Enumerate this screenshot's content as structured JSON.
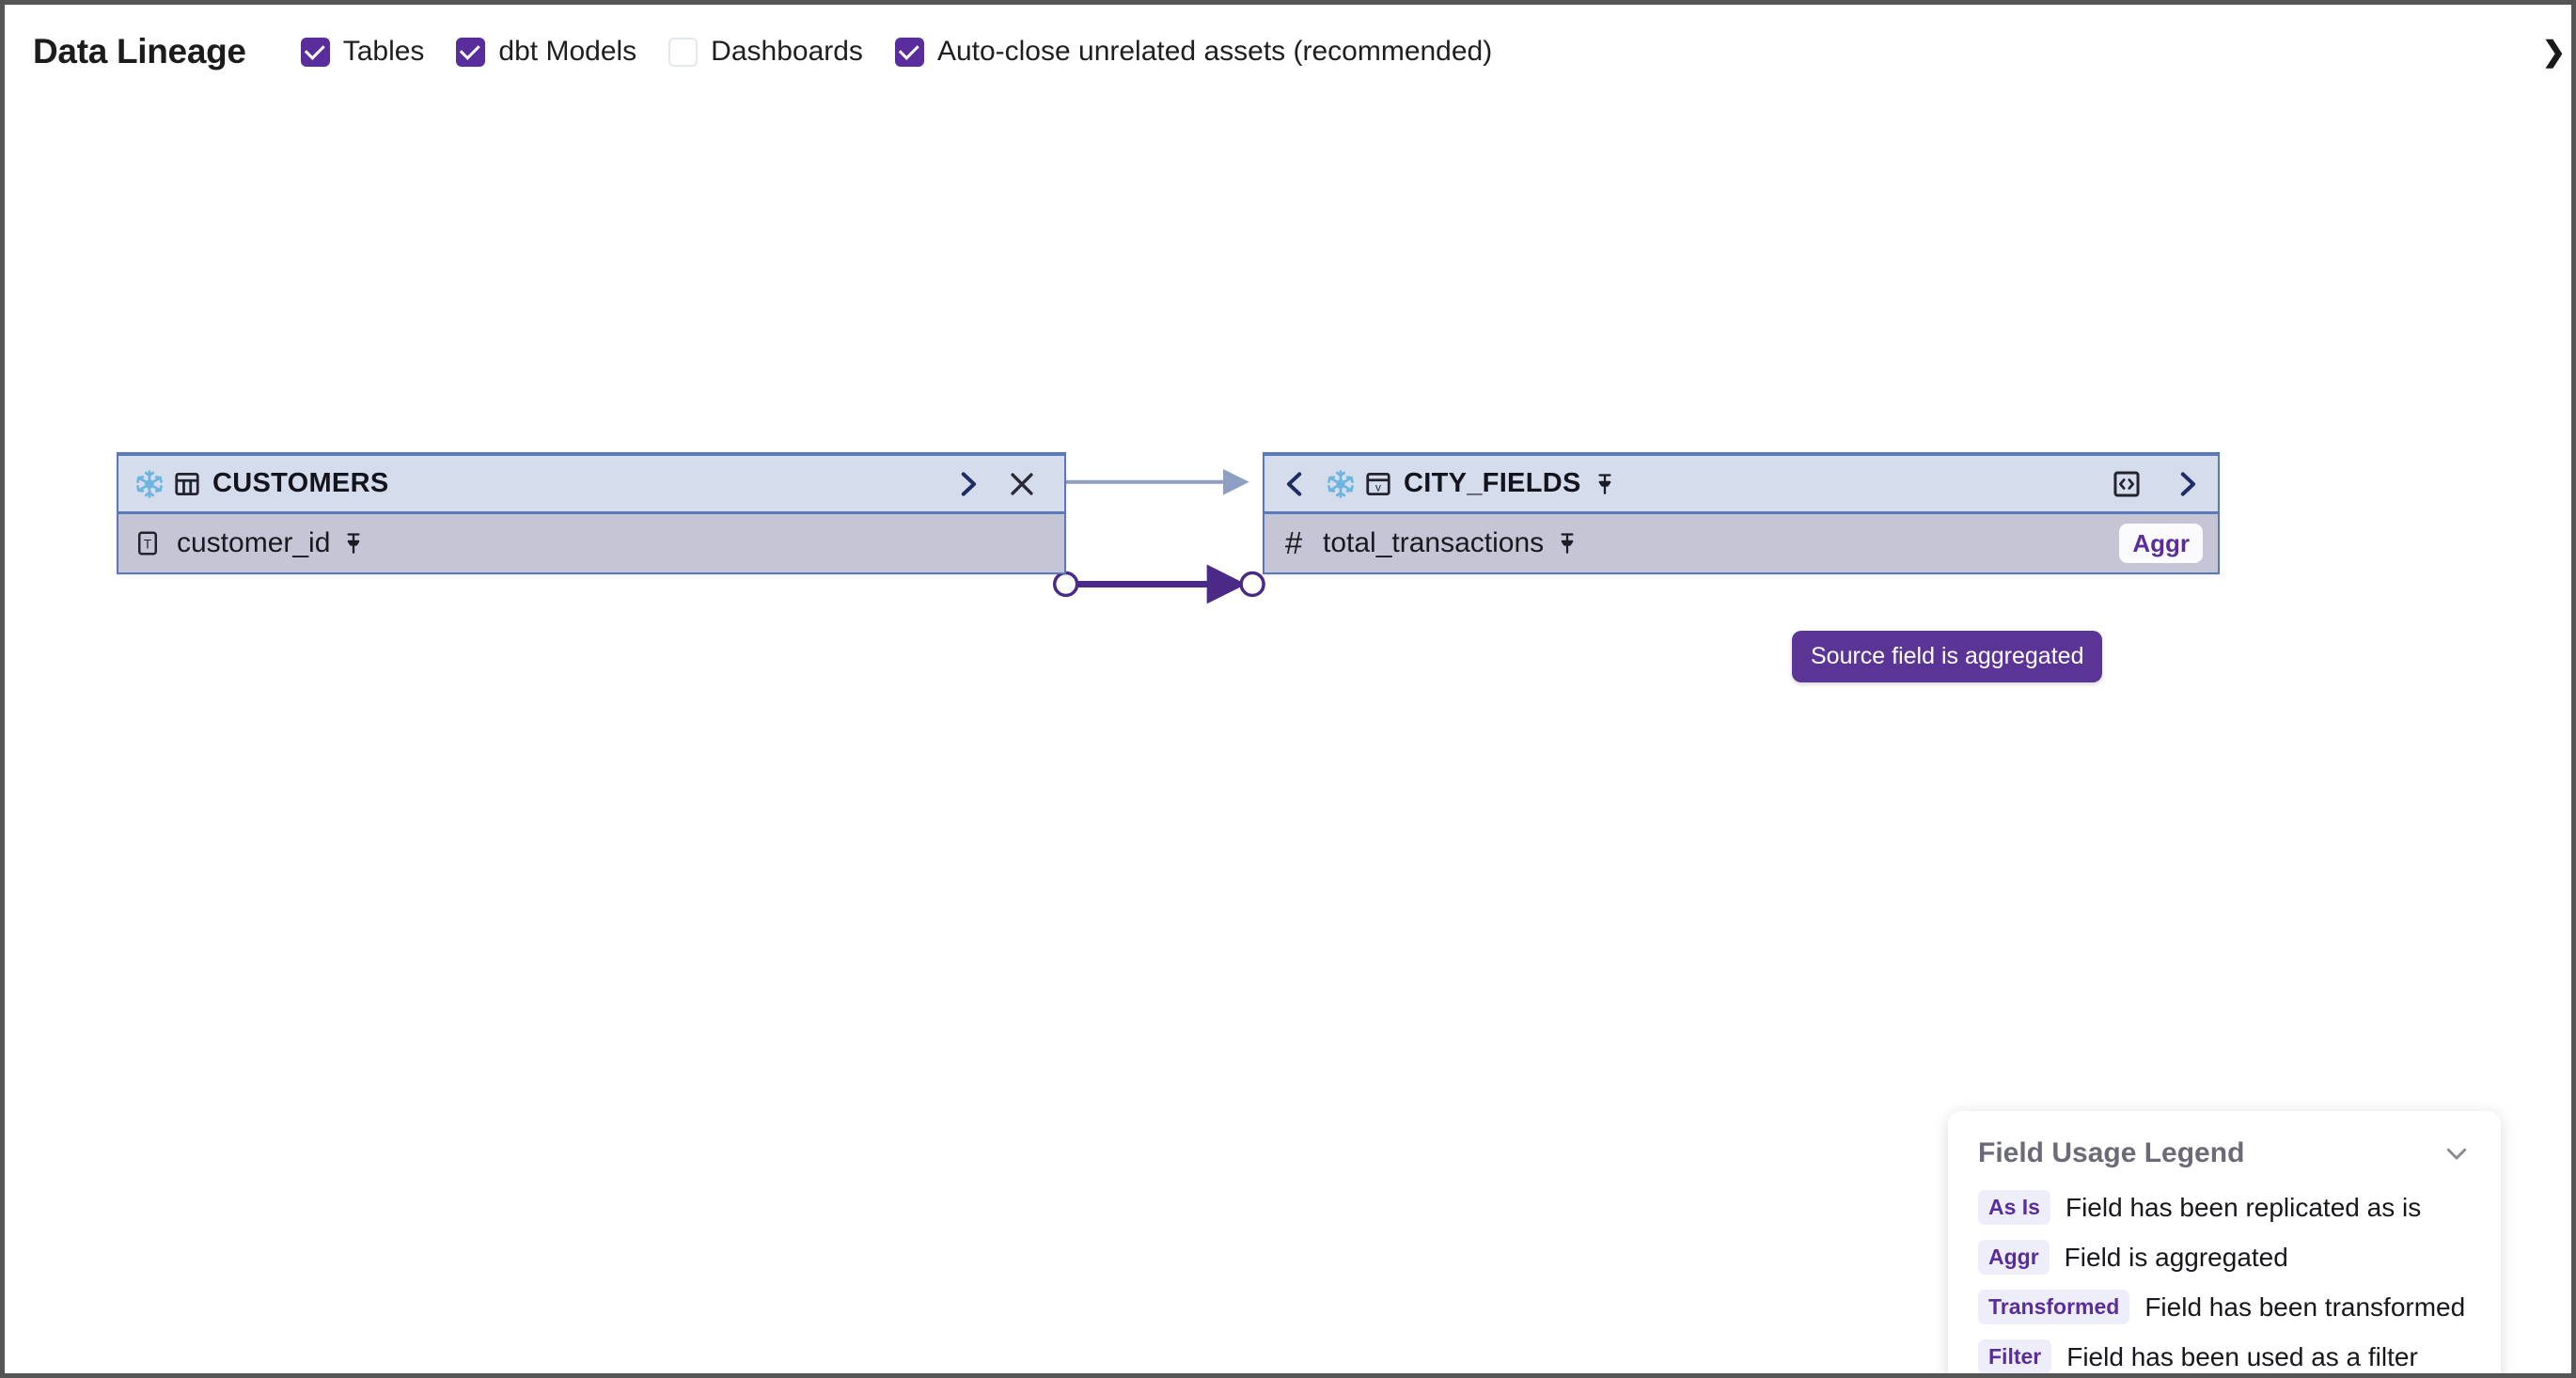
{
  "header": {
    "title": "Data Lineage",
    "collapse_icon": "chevron-right-icon",
    "filters": [
      {
        "label": "Tables",
        "checked": true
      },
      {
        "label": "dbt Models",
        "checked": true
      },
      {
        "label": "Dashboards",
        "checked": false
      },
      {
        "label": "Auto-close unrelated assets (recommended)",
        "checked": true
      }
    ]
  },
  "nodes": [
    {
      "id": "customers",
      "title": "CUSTOMERS",
      "source_icon": "snowflake-icon",
      "type_icon": "table-icon",
      "pinned": false,
      "has_back_chevron": false,
      "has_forward_chevron": true,
      "has_close": true,
      "has_code": false,
      "field": {
        "name": "customer_id",
        "type_icon": "text-type-icon",
        "pinned": true,
        "badge": ""
      }
    },
    {
      "id": "city_fields",
      "title": "CITY_FIELDS",
      "source_icon": "snowflake-icon",
      "type_icon": "view-icon",
      "pinned": true,
      "has_back_chevron": true,
      "has_forward_chevron": true,
      "has_close": false,
      "has_code": true,
      "field": {
        "name": "total_transactions",
        "type_icon": "number-type-icon",
        "pinned": true,
        "badge": "Aggr"
      }
    }
  ],
  "tooltip": {
    "text": "Source field is aggregated"
  },
  "legend": {
    "title": "Field Usage Legend",
    "collapse_icon": "chevron-down-icon",
    "rows": [
      {
        "tag": "As Is",
        "text": "Field has been replicated as is"
      },
      {
        "tag": "Aggr",
        "text": "Field is aggregated"
      },
      {
        "tag": "Transformed",
        "text": "Field has been transformed"
      },
      {
        "tag": "Filter",
        "text": "Field has been used as a filter"
      }
    ]
  },
  "colors": {
    "accent_purple": "#5a2d9c",
    "node_header_bg": "#d5dcec",
    "node_field_bg": "#c6c5d6",
    "node_border": "#5b78b8",
    "table_edge": "#8e9fc4",
    "field_edge": "#4a2a86",
    "tooltip_bg": "#5a3595",
    "snowflake_blue": "#6cb5e0"
  }
}
